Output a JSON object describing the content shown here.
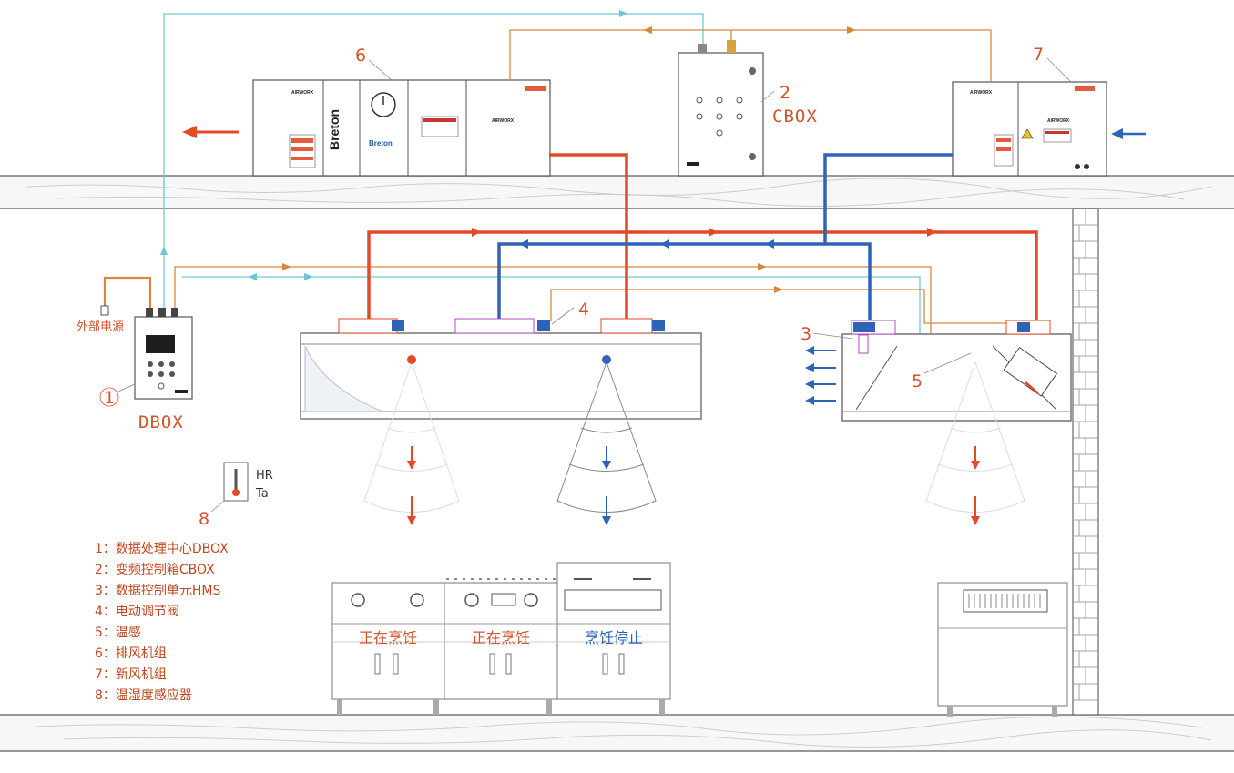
{
  "colors": {
    "exhaust": "#e24a28",
    "fresh": "#2f63b8",
    "signal": "#d9883a",
    "cyan": "#6ec9d6",
    "text": "#d4532c"
  },
  "components": {
    "dbox": {
      "number": "1",
      "label": "DBOX"
    },
    "cbox": {
      "number": "2",
      "label": "CBOX"
    },
    "hms": {
      "number": "3"
    },
    "valve": {
      "number": "4"
    },
    "temp": {
      "number": "5"
    },
    "exhaust_unit": {
      "number": "6",
      "brand": "AIRWORX",
      "brand_vertical": "Breton",
      "brand_small": "Breton"
    },
    "fresh_unit": {
      "number": "7",
      "brand": "AIRWORX"
    },
    "humidity_sensor": {
      "number": "8",
      "line1": "HR",
      "line2": "Ta"
    }
  },
  "external_power": "外部电源",
  "stoves": [
    {
      "status": "正在烹饪",
      "state": "on"
    },
    {
      "status": "正在烹饪",
      "state": "on"
    },
    {
      "status": "烹饪停止",
      "state": "off"
    }
  ],
  "legend": [
    "1：数据处理中心DBOX",
    "2：变频控制箱CBOX",
    "3：数据控制单元HMS",
    "4：电动调节阀",
    "5：温感",
    "6：排风机组",
    "7：新风机组",
    "8：温湿度感应器"
  ]
}
